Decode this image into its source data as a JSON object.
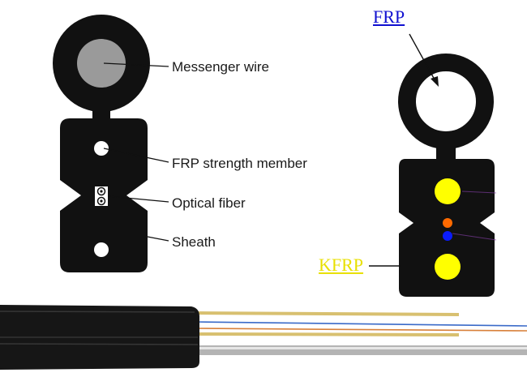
{
  "left_diagram": {
    "labels": {
      "messenger": "Messenger wire",
      "frp_strength": "FRP strength member",
      "optical_fiber": "Optical fiber",
      "sheath": "Sheath"
    }
  },
  "right_diagram": {
    "labels": {
      "frp": "FRP",
      "kfrp": "KFRP"
    },
    "colors": {
      "frp_label": "#1010d0",
      "kfrp_label": "#e8e000",
      "strength_member": "#ffff00",
      "fiber_orange": "#ff6a00",
      "fiber_blue": "#0a1cff"
    }
  },
  "cable_photo": {
    "colors": {
      "jacket": "#161616",
      "fiber_yellow": "#d8c070",
      "fiber_blue": "#3a6ac8",
      "fiber_orange": "#d8803a",
      "messenger_steel": "#b4b4b4"
    }
  }
}
